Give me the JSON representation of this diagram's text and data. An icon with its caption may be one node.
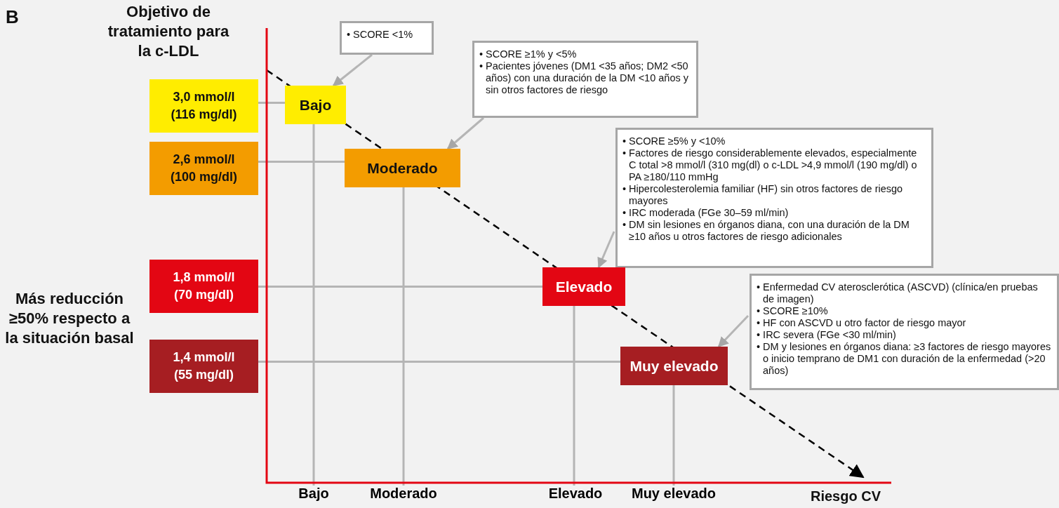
{
  "diagram": {
    "nodes": [
      {
        "text": [
          "• SCORE <1%"
        ]
      },
      {
        "text": [
          "• SCORE ≥1% y <5%",
          "• Pacientes jóvenes (DM1 <35 años; DM2 <50 años) con una duración de la DM <10 años y sin otros factores de riesgo"
        ]
      },
      {
        "text": [
          "• SCORE ≥5% y <10%",
          "• Factores de riesgo considerablemente elevados, especialmente C total >8 mmol/l (310 mg(dl) o c-LDL >4,9 mmol/l (190 mg/dl) o PA ≥180/110 mmHg",
          "• Hipercolesterolemia familiar (HF) sin otros factores de riesgo mayores",
          "• IRC moderada (FGe 30–59 ml/min)",
          "• DM sin lesiones en órganos diana, con una duración de la DM ≥10 años u otros factores de riesgo adicionales"
        ]
      },
      {
        "text": [
          "• Enfermedad CV aterosclerótica (ASCVD) (clínica/en pruebas de imagen)",
          "• SCORE ≥10%",
          "• HF con ASCVD u otro factor de riesgo mayor",
          "• IRC severa (FGe <30 ml/min)",
          "• DM y lesiones en órganos diana: ≥3 factores de riesgo mayores o inicio temprano de DM1 con duración de la enfermedad (>20 años)"
        ]
      },
      {
        "text": [
          "Bajo"
        ]
      },
      {
        "text": [
          "Moderado"
        ]
      },
      {
        "text": [
          "Elevado"
        ]
      },
      {
        "text": [
          "Muy elevado"
        ]
      },
      {
        "text": [
          "3,0 mmol/l (116 mg/dl)"
        ]
      },
      {
        "text": [
          "2,6 mmol/l (100 mg/dl)"
        ]
      },
      {
        "text": [
          "1,8 mmol/l (70 mg/dl)"
        ]
      },
      {
        "text": [
          "1,4 mmol/l (55 mg/dl)"
        ]
      },
      {
        "text": [
          "Bajo"
        ]
      },
      {
        "text": [
          "Moderado"
        ]
      },
      {
        "text": [
          "Elevado"
        ]
      },
      {
        "text": [
          "Muy elevado"
        ]
      }
    ],
    "edges": [
      {
        "from": 0,
        "to": 4,
        "arrow": "to"
      },
      {
        "from": 1,
        "to": 5,
        "arrow": "to"
      },
      {
        "from": 2,
        "to": 6,
        "arrow": "to"
      },
      {
        "from": 3,
        "to": 7,
        "arrow": "to"
      },
      {
        "from": 8,
        "to": 4,
        "arrow": "none"
      },
      {
        "from": 9,
        "to": 5,
        "arrow": "none"
      },
      {
        "from": 10,
        "to": 6,
        "arrow": "none"
      },
      {
        "from": 11,
        "to": 7,
        "arrow": "none"
      },
      {
        "from": 4,
        "to": 12,
        "arrow": "none"
      },
      {
        "from": 5,
        "to": 13,
        "arrow": "none"
      },
      {
        "from": 6,
        "to": 14,
        "arrow": "none"
      },
      {
        "from": 7,
        "to": 15,
        "arrow": "none"
      }
    ],
    "labels": [
      "B",
      "Objetivo de tratamiento para la c-LDL",
      "Más reducción ≥50% respecto a la situación basal",
      "Riesgo CV"
    ]
  }
}
